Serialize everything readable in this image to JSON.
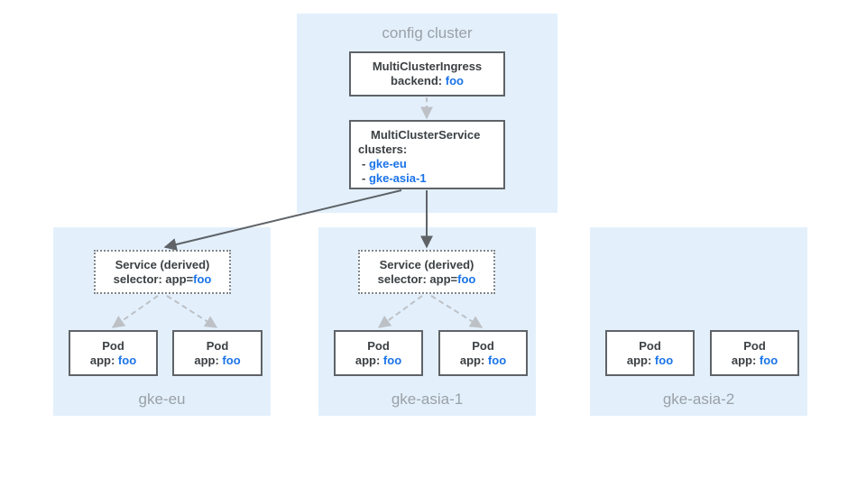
{
  "config_cluster": {
    "label": "config cluster",
    "mci": {
      "title": "MultiClusterIngress",
      "backend_key": "backend: ",
      "backend_val": "foo"
    },
    "mcs": {
      "title": "MultiClusterService",
      "clusters_key": "clusters:",
      "items": [
        "gke-eu",
        "gke-asia-1"
      ],
      "bullet": "- "
    }
  },
  "clusters": [
    {
      "label": "gke-eu",
      "service": {
        "title": "Service (derived)",
        "selector_key": "selector: app=",
        "selector_val": "foo"
      },
      "pods": [
        {
          "title": "Pod",
          "key": "app: ",
          "val": "foo"
        },
        {
          "title": "Pod",
          "key": "app: ",
          "val": "foo"
        }
      ]
    },
    {
      "label": "gke-asia-1",
      "service": {
        "title": "Service (derived)",
        "selector_key": "selector: app=",
        "selector_val": "foo"
      },
      "pods": [
        {
          "title": "Pod",
          "key": "app: ",
          "val": "foo"
        },
        {
          "title": "Pod",
          "key": "app: ",
          "val": "foo"
        }
      ]
    },
    {
      "label": "gke-asia-2",
      "pods": [
        {
          "title": "Pod",
          "key": "app: ",
          "val": "foo"
        },
        {
          "title": "Pod",
          "key": "app: ",
          "val": "foo"
        }
      ]
    }
  ],
  "colors": {
    "panel": "#e3f0fc",
    "highlight": "#1a73e8",
    "solid_arrow": "#5f6368",
    "dashed_arrow": "#bdc1c6"
  }
}
